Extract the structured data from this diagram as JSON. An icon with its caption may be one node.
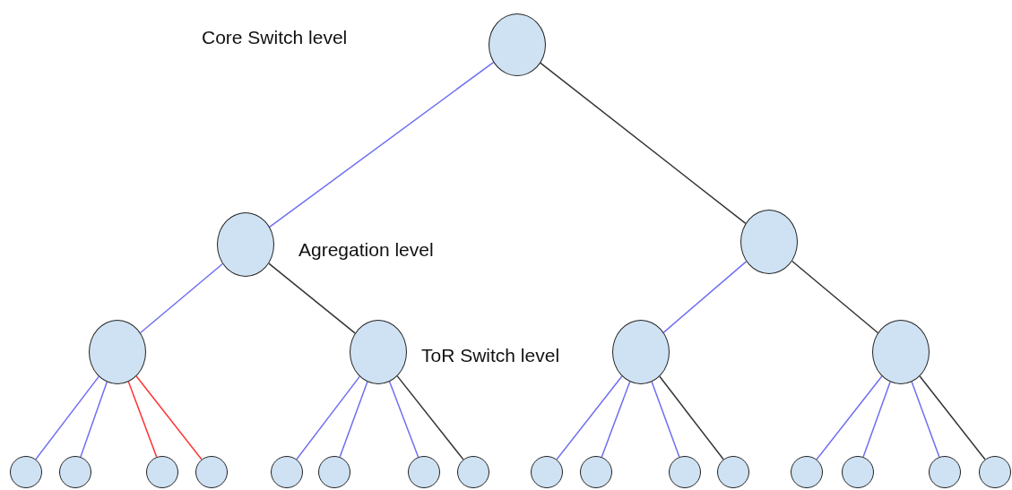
{
  "diagram": {
    "nodes": [
      {
        "text": [],
        "shape": "circle"
      },
      {
        "text": [],
        "shape": "circle"
      },
      {
        "text": [],
        "shape": "circle"
      },
      {
        "text": [],
        "shape": "circle"
      },
      {
        "text": [],
        "shape": "circle"
      },
      {
        "text": [],
        "shape": "circle"
      },
      {
        "text": [],
        "shape": "circle"
      },
      {
        "text": [],
        "shape": "circle"
      },
      {
        "text": [],
        "shape": "circle"
      },
      {
        "text": [],
        "shape": "circle"
      },
      {
        "text": [],
        "shape": "circle"
      },
      {
        "text": [],
        "shape": "circle"
      },
      {
        "text": [],
        "shape": "circle"
      },
      {
        "text": [],
        "shape": "circle"
      },
      {
        "text": [],
        "shape": "circle"
      },
      {
        "text": [],
        "shape": "circle"
      },
      {
        "text": [],
        "shape": "circle"
      },
      {
        "text": [],
        "shape": "circle"
      },
      {
        "text": [],
        "shape": "circle"
      },
      {
        "text": [],
        "shape": "circle"
      },
      {
        "text": [],
        "shape": "circle"
      },
      {
        "text": [],
        "shape": "circle"
      },
      {
        "text": [],
        "shape": "circle"
      }
    ],
    "edges": [
      {
        "from": 0,
        "to": 1,
        "arrow": "none"
      },
      {
        "from": 0,
        "to": 2,
        "arrow": "none",
        "color": "#333333"
      },
      {
        "from": 1,
        "to": 3,
        "arrow": "none"
      },
      {
        "from": 1,
        "to": 4,
        "arrow": "none",
        "color": "#333333"
      },
      {
        "from": 2,
        "to": 5,
        "arrow": "none"
      },
      {
        "from": 2,
        "to": 6,
        "arrow": "none",
        "color": "#333333"
      },
      {
        "from": 3,
        "to": 7,
        "arrow": "none"
      },
      {
        "from": 3,
        "to": 8,
        "arrow": "none"
      },
      {
        "from": 3,
        "to": 9,
        "arrow": "none",
        "color": "#ff3333"
      },
      {
        "from": 3,
        "to": 10,
        "arrow": "none",
        "color": "#ff3333"
      },
      {
        "from": 4,
        "to": 11,
        "arrow": "none"
      },
      {
        "from": 4,
        "to": 12,
        "arrow": "none"
      },
      {
        "from": 4,
        "to": 13,
        "arrow": "none"
      },
      {
        "from": 4,
        "to": 14,
        "arrow": "none",
        "color": "#333333"
      },
      {
        "from": 5,
        "to": 15,
        "arrow": "none"
      },
      {
        "from": 5,
        "to": 16,
        "arrow": "none"
      },
      {
        "from": 5,
        "to": 17,
        "arrow": "none"
      },
      {
        "from": 5,
        "to": 18,
        "arrow": "none",
        "color": "#333333"
      },
      {
        "from": 6,
        "to": 19,
        "arrow": "none"
      },
      {
        "from": 6,
        "to": 20,
        "arrow": "none"
      },
      {
        "from": 6,
        "to": 21,
        "arrow": "none"
      },
      {
        "from": 6,
        "to": 22,
        "arrow": "none",
        "color": "#333333"
      }
    ],
    "labels": [
      "Core Switch level",
      "Agregation level",
      "ToR Switch level"
    ]
  }
}
